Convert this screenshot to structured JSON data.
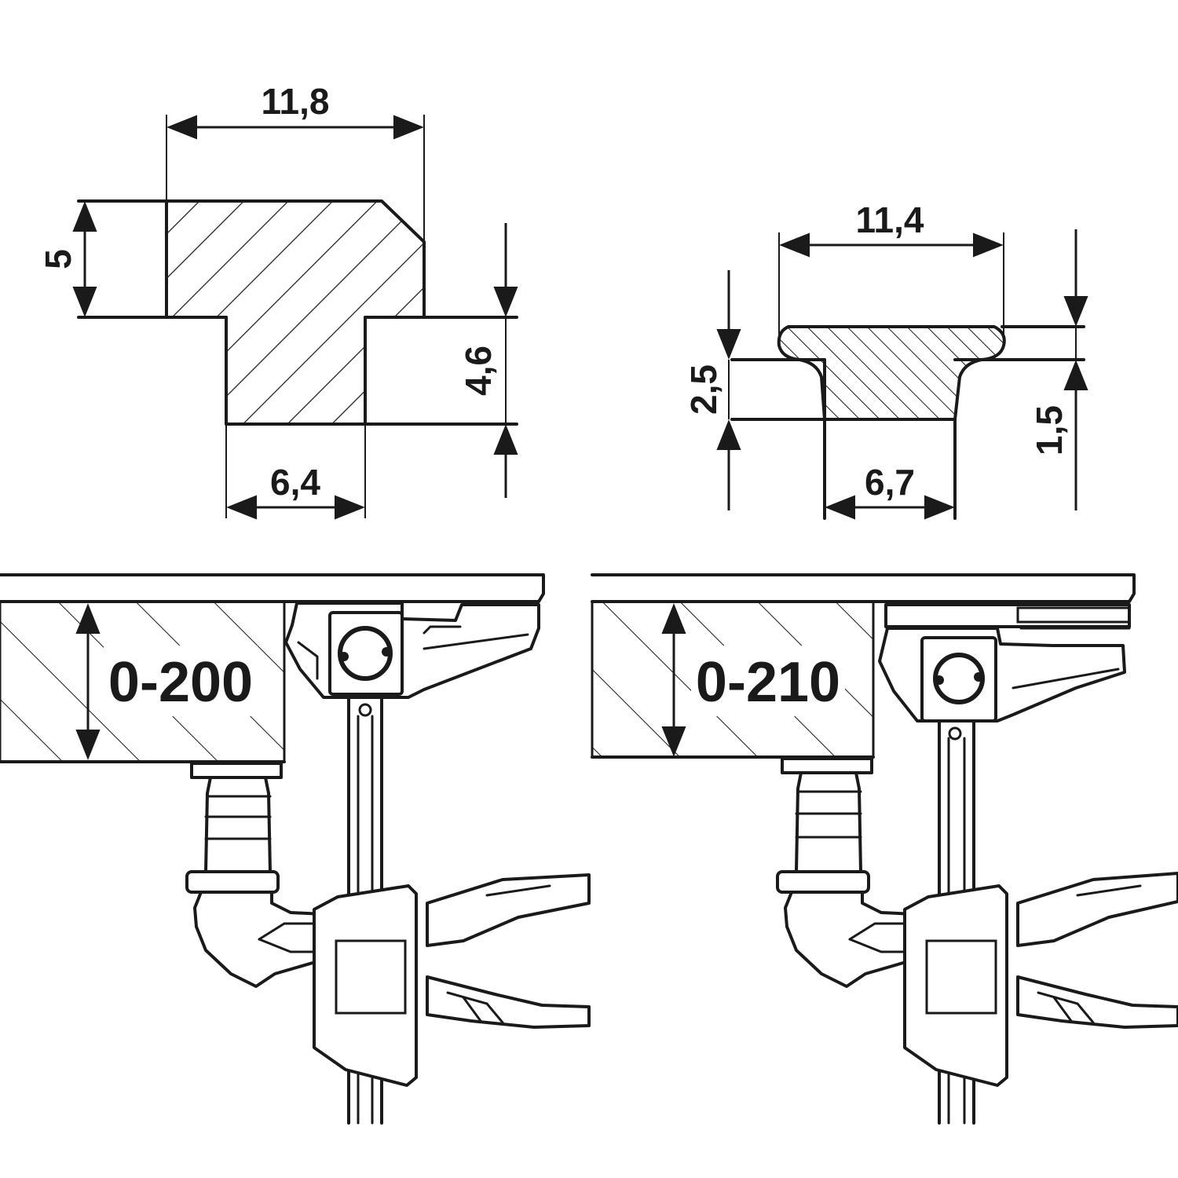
{
  "profiles": {
    "left": {
      "top_width": "11,8",
      "top_height": "5",
      "neck_height": "4,6",
      "neck_width": "6,4"
    },
    "right": {
      "top_width": "11,4",
      "total_height": "2,5",
      "neck_height": "1,5",
      "neck_width": "6,7"
    }
  },
  "clamps": {
    "left": {
      "range": "0-200"
    },
    "right": {
      "range": "0-210"
    }
  }
}
